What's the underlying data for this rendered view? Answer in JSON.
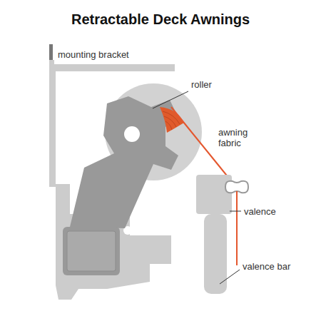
{
  "diagram": {
    "title": "Retractable Deck Awnings",
    "labels": [
      "mounting bracket",
      "roller",
      "awning fabric",
      "valence",
      "valence bar"
    ]
  }
}
